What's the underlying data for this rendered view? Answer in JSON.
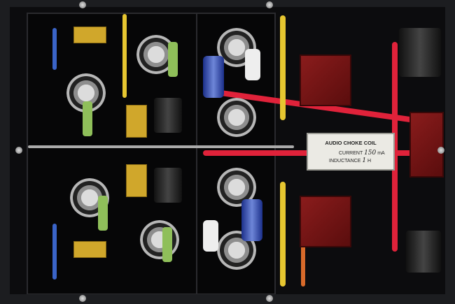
{
  "choke_label": {
    "title": "AUDIO CHOKE COIL",
    "current_label": "CURRENT",
    "current_value": "150",
    "current_unit": "mA",
    "inductance_label": "INDUCTANCE",
    "inductance_value": "1",
    "inductance_unit": "H"
  },
  "colors": {
    "chassis": "#0c0c0e",
    "transformer": "#7a1616",
    "wire_red": "#e0223a",
    "wire_yellow": "#e6c630",
    "wire_blue": "#3a64c8",
    "wire_orange": "#d86a2a"
  }
}
